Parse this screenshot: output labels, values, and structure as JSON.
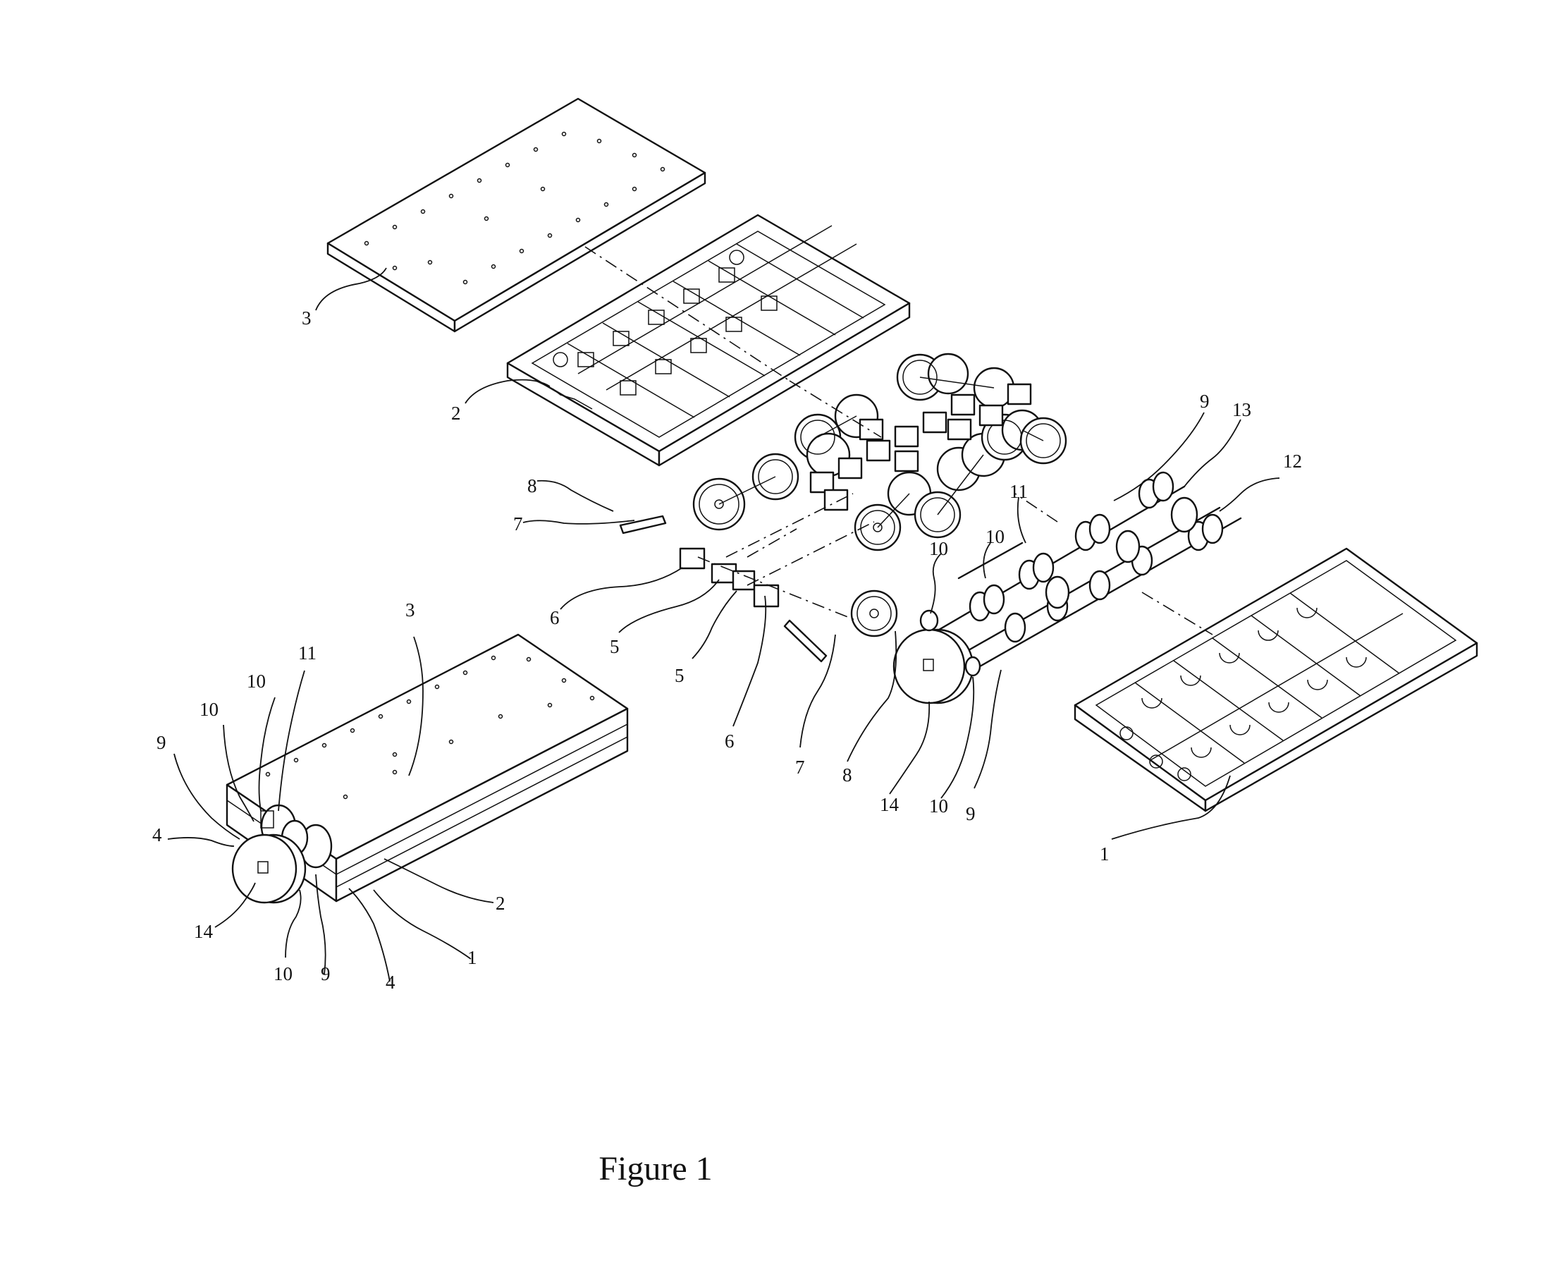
{
  "figure": {
    "caption": "Figure 1",
    "part_labels": [
      "1",
      "2",
      "3",
      "4",
      "5",
      "6",
      "7",
      "8",
      "9",
      "10",
      "11",
      "12",
      "13",
      "14"
    ]
  }
}
